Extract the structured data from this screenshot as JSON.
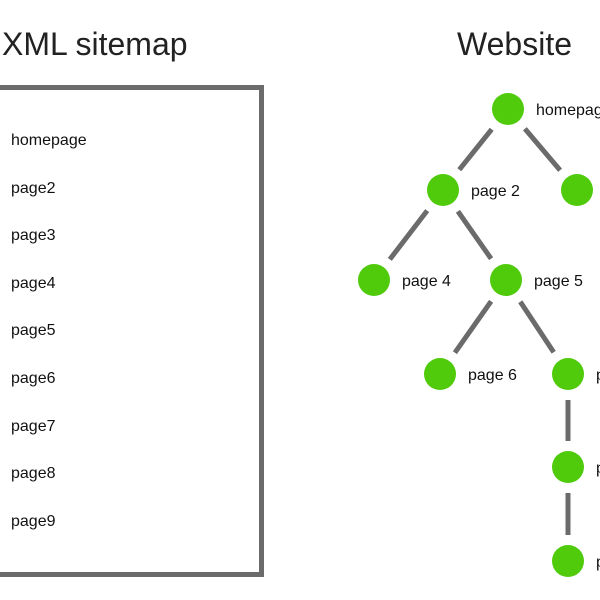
{
  "headings": {
    "sitemap": "XML sitemap",
    "website": "Website"
  },
  "sitemap": {
    "pages": [
      "homepage",
      "page2",
      "page3",
      "page4",
      "page5",
      "page6",
      "page7",
      "page8",
      "page9"
    ]
  },
  "website_tree": {
    "nodes": [
      {
        "id": "homepage",
        "label": "homepage"
      },
      {
        "id": "page2",
        "label": "page 2"
      },
      {
        "id": "page3",
        "label": ""
      },
      {
        "id": "page4",
        "label": "page 4"
      },
      {
        "id": "page5",
        "label": "page 5"
      },
      {
        "id": "page6",
        "label": "page 6"
      },
      {
        "id": "page7",
        "label": "p"
      },
      {
        "id": "page8",
        "label": "p"
      },
      {
        "id": "page9",
        "label": "p"
      }
    ],
    "edges": [
      [
        "homepage",
        "page2"
      ],
      [
        "homepage",
        "page3"
      ],
      [
        "page2",
        "page4"
      ],
      [
        "page2",
        "page5"
      ],
      [
        "page5",
        "page6"
      ],
      [
        "page5",
        "page7"
      ],
      [
        "page7",
        "page8"
      ],
      [
        "page8",
        "page9"
      ]
    ]
  },
  "colors": {
    "node": "#4fcb0c",
    "edge": "#6b6b6b",
    "box_border": "#6b6b6b"
  }
}
